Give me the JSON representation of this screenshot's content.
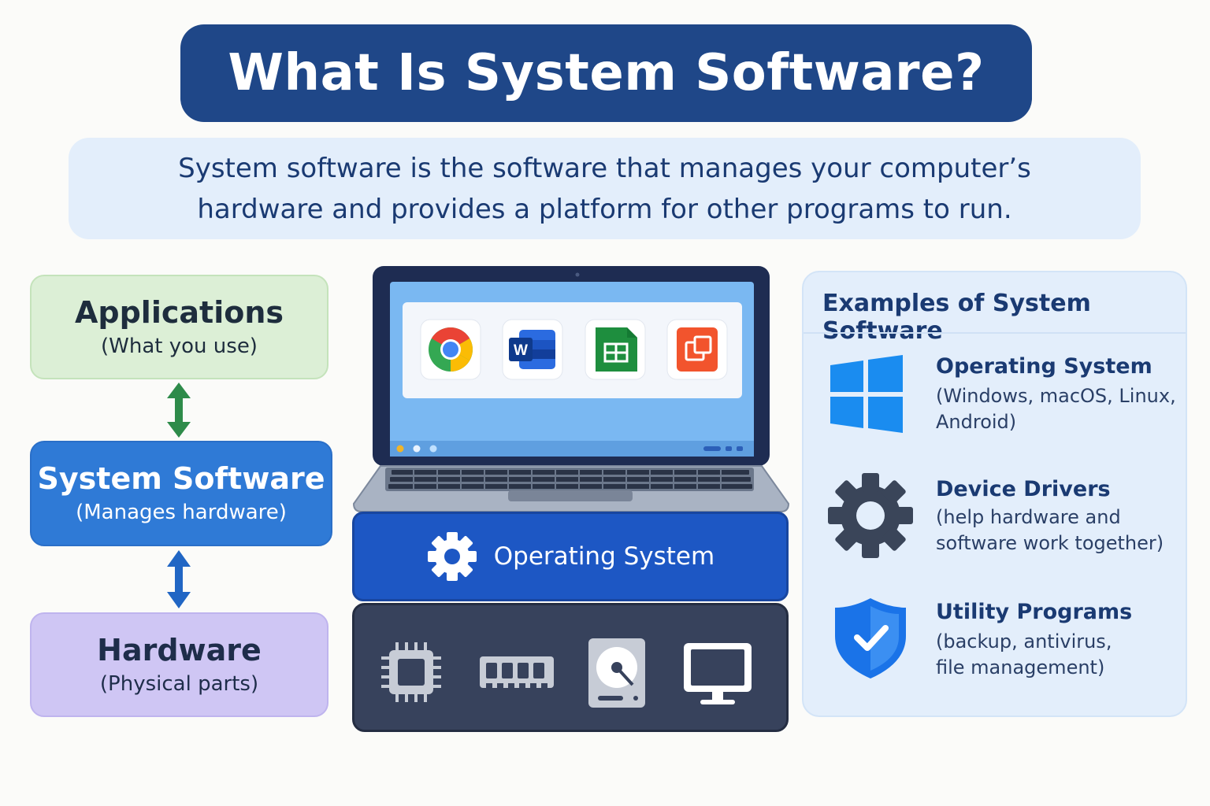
{
  "title": "What Is System Software?",
  "subtitle": {
    "line1": "System software is the software that manages your computer’s",
    "line2": "hardware and provides a platform for other programs to run."
  },
  "layers": [
    {
      "name": "Applications",
      "desc": "(What you use)"
    },
    {
      "name": "System Software",
      "desc": "(Manages hardware)"
    },
    {
      "name": "Hardware",
      "desc": "(Physical parts)"
    }
  ],
  "laptop": {
    "app_icons": [
      "chrome-icon",
      "word-icon",
      "sheets-icon",
      "slides-icon"
    ],
    "word_letter": "W",
    "os_label": "Operating System",
    "hardware_icons": [
      "cpu-icon",
      "ram-icon",
      "hard-drive-icon",
      "monitor-icon"
    ]
  },
  "examples": {
    "title": "Examples of System Software",
    "items": [
      {
        "name": "Operating System",
        "desc_line1": "(Windows, macOS, Linux,",
        "desc_line2": "Android)",
        "icon": "windows-logo-icon"
      },
      {
        "name": "Device Drivers",
        "desc_line1": "(help hardware and",
        "desc_line2": "software work together)",
        "icon": "gear-icon"
      },
      {
        "name": "Utility Programs",
        "desc_line1": "(backup, antivirus,",
        "desc_line2": "file management)",
        "icon": "shield-check-icon"
      }
    ]
  },
  "colors": {
    "title_bg": "#1f4788",
    "applications": "#dcefd6",
    "system_software": "#2f7ad6",
    "hardware": "#cfc6f4",
    "os_band": "#1d57c4",
    "hardware_band": "#37425c",
    "arrow_green": "#2e8b4a",
    "arrow_blue": "#2166c4"
  }
}
